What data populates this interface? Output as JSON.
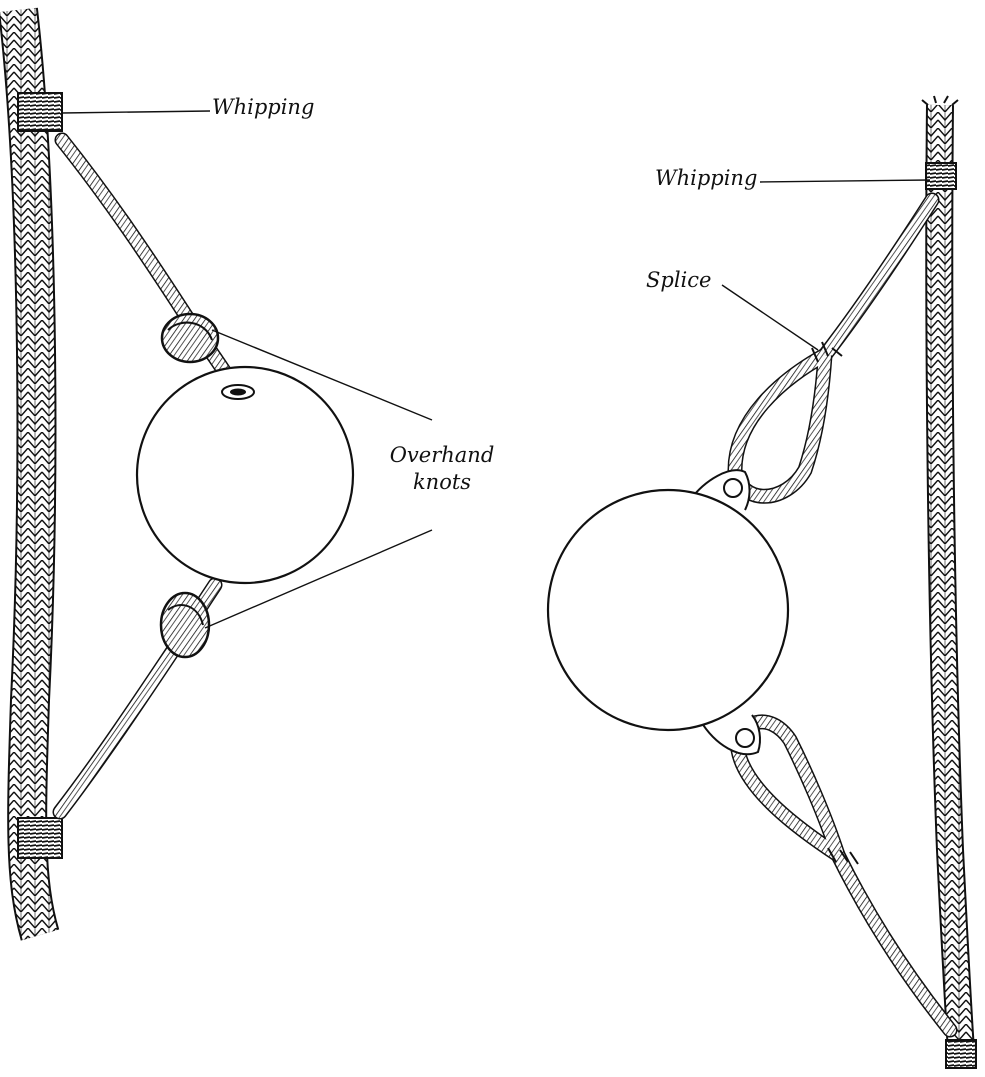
{
  "labels": {
    "left_whipping": "Whipping",
    "overhand_line1": "Overhand",
    "overhand_line2": "knots",
    "right_whipping": "Whipping",
    "splice": "Splice"
  },
  "colors": {
    "ink": "#111111",
    "background": "#ffffff"
  }
}
